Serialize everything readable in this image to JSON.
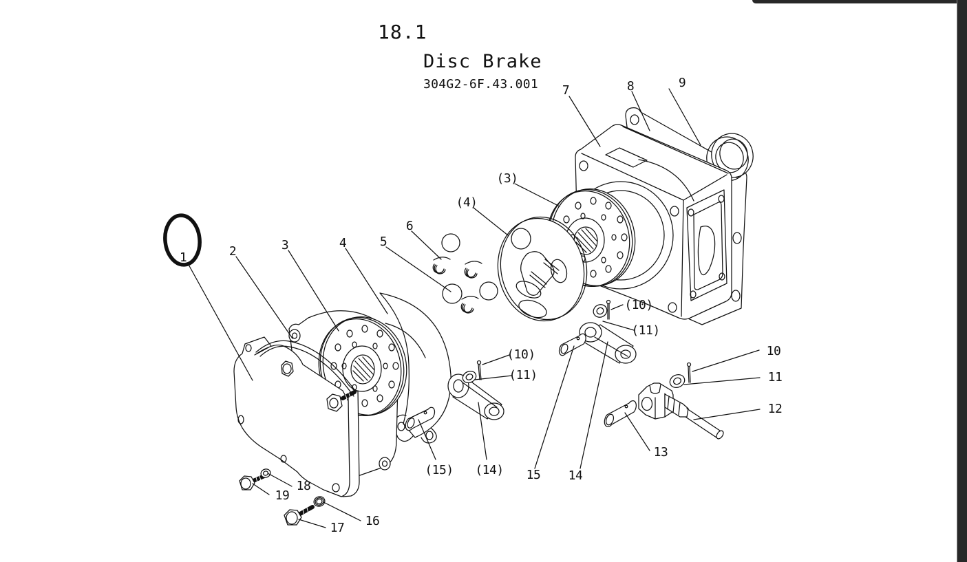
{
  "page": {
    "section": "18.1",
    "title": "Disc Brake",
    "part_number": "304G2-6F.43.001"
  },
  "callouts": [
    {
      "label": "1"
    },
    {
      "label": "2"
    },
    {
      "label": "3"
    },
    {
      "label": "4"
    },
    {
      "label": "5"
    },
    {
      "label": "6"
    },
    {
      "label": "7"
    },
    {
      "label": "8"
    },
    {
      "label": "9"
    },
    {
      "label": "(3)"
    },
    {
      "label": "(4)"
    },
    {
      "label": "(10)"
    },
    {
      "label": "(11)"
    },
    {
      "label": "(10)"
    },
    {
      "label": "(11)"
    },
    {
      "label": "10"
    },
    {
      "label": "11"
    },
    {
      "label": "12"
    },
    {
      "label": "13"
    },
    {
      "label": "14"
    },
    {
      "label": "15"
    },
    {
      "label": "(14)"
    },
    {
      "label": "(15)"
    },
    {
      "label": "16"
    },
    {
      "label": "17"
    },
    {
      "label": "18"
    },
    {
      "label": "19"
    }
  ],
  "colors": {
    "line": "#111111",
    "paper": "#ffffff",
    "frame": "#282828"
  }
}
